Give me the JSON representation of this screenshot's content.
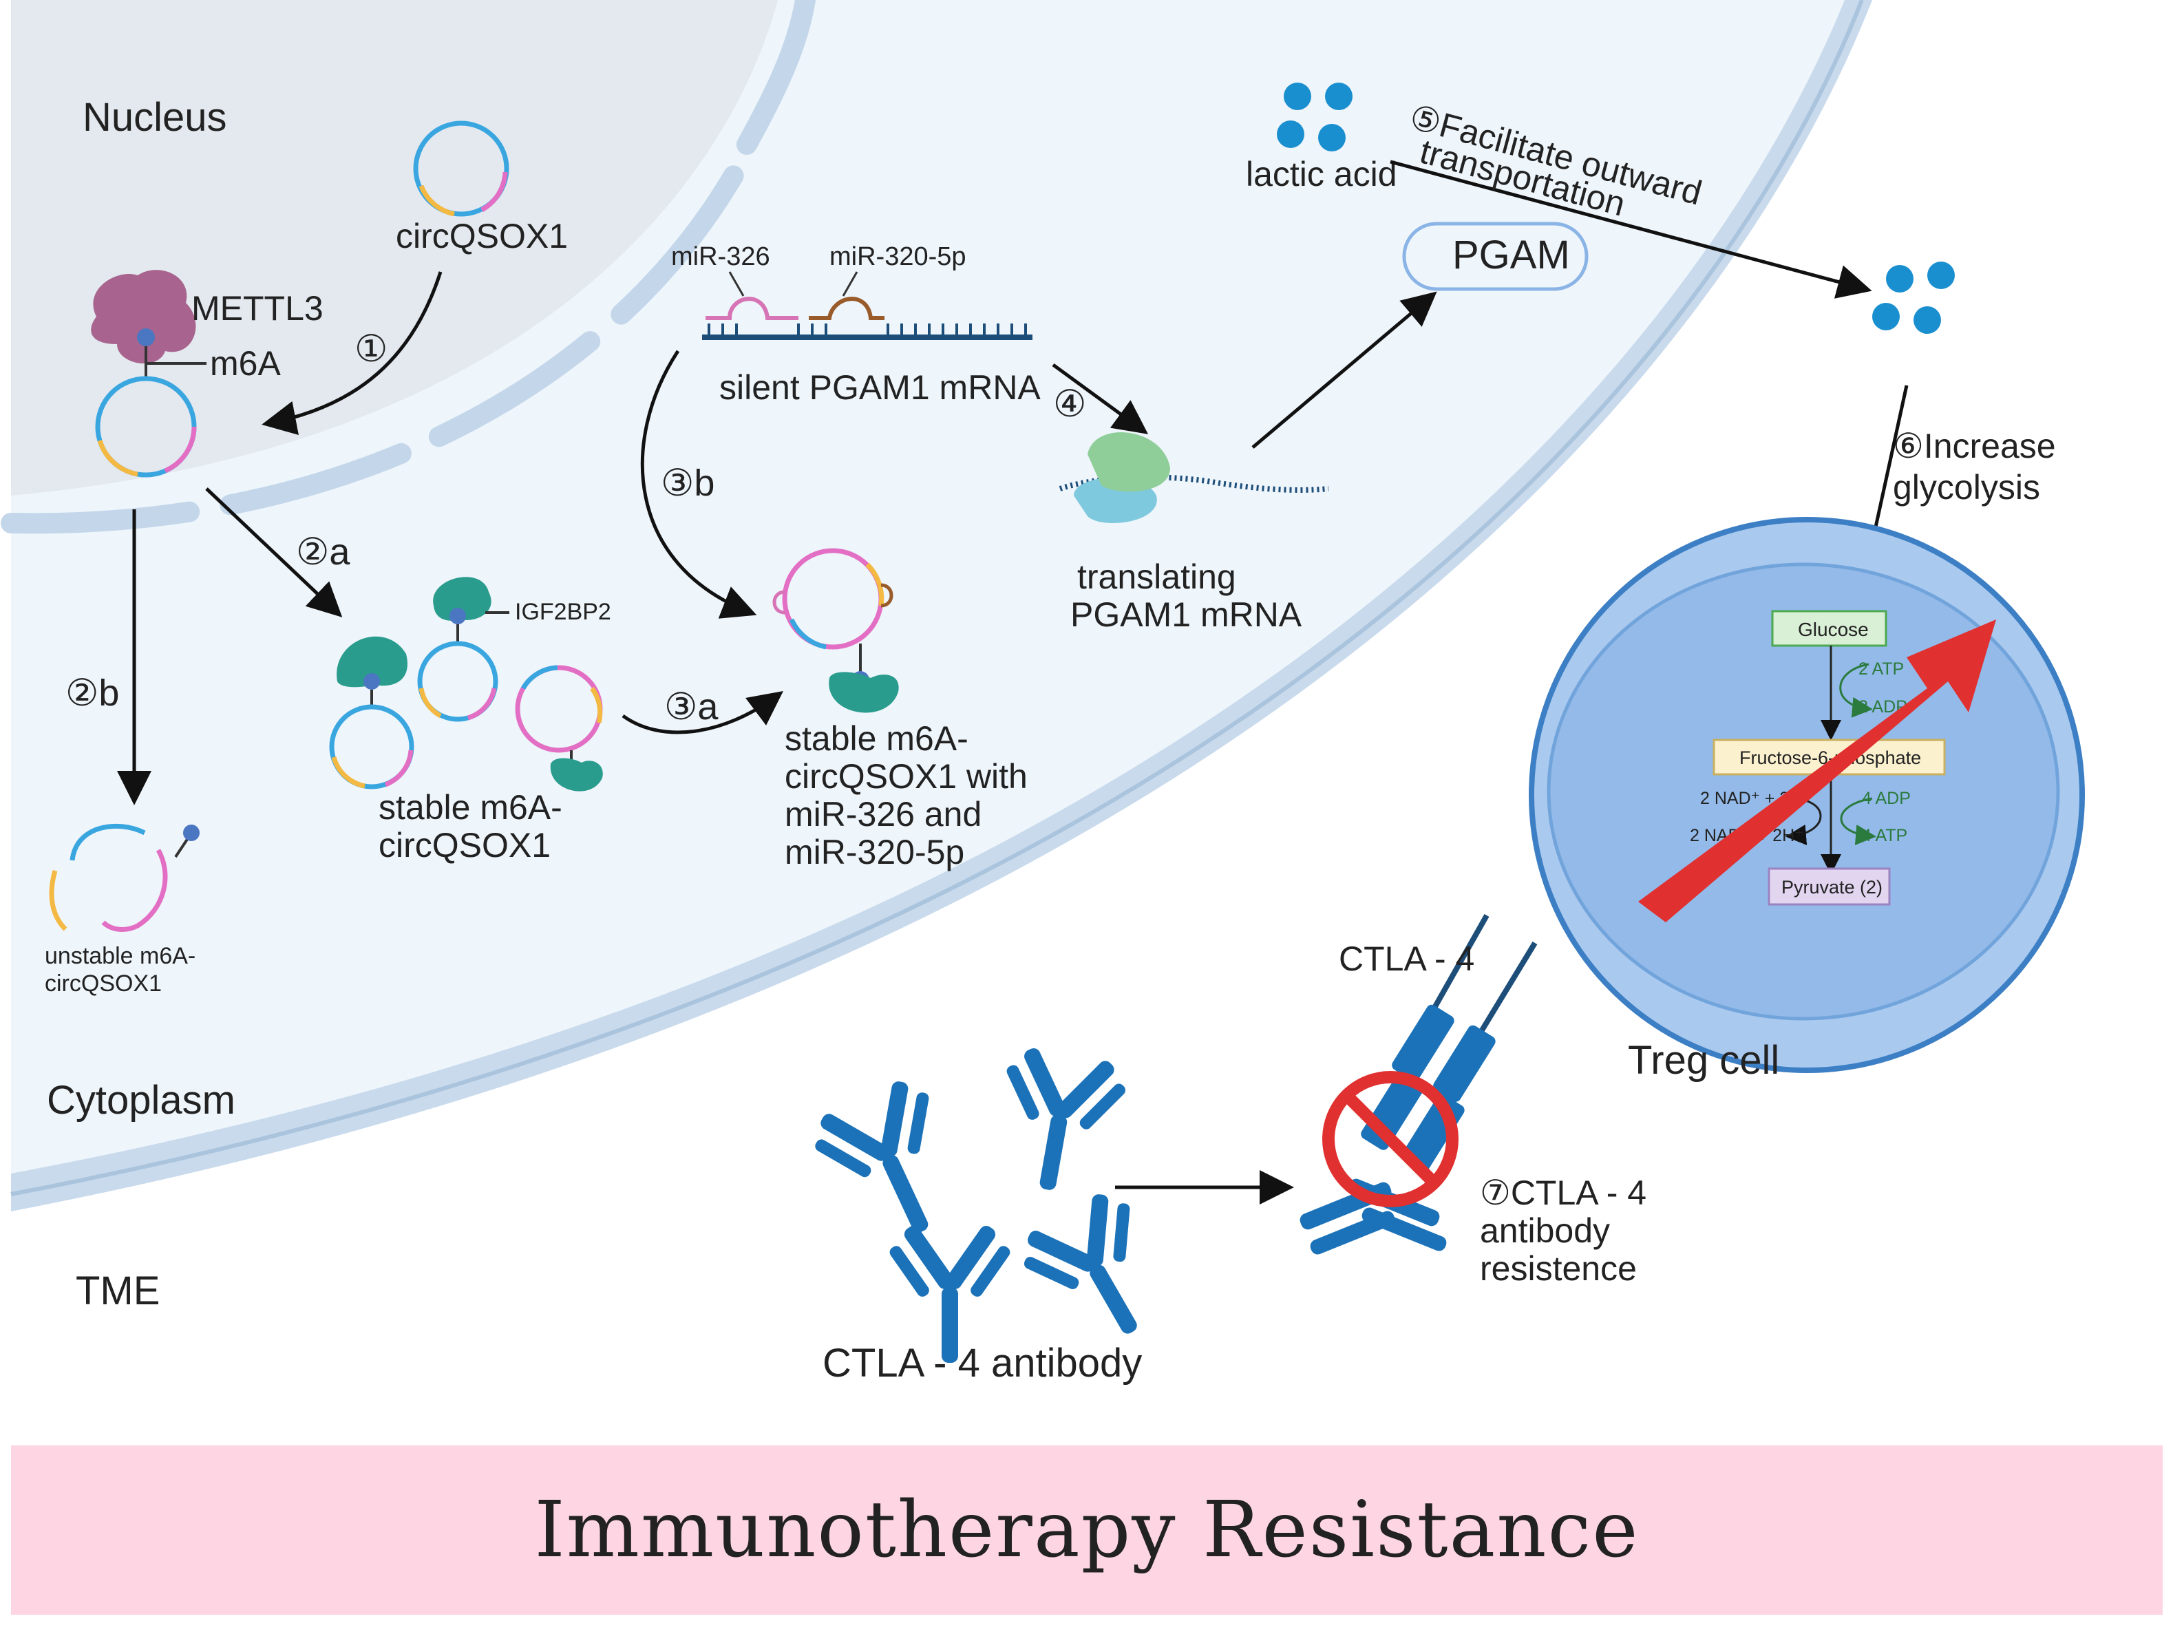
{
  "compartments": {
    "nucleus": "Nucleus",
    "cytoplasm": "Cytoplasm",
    "tme": "TME"
  },
  "molecules": {
    "circ": "circQSOX1",
    "mettl3": "METTL3",
    "m6a": "m6A",
    "igf2bp2": "IGF2BP2",
    "mir326": "miR-326",
    "mir320": "miR-320-5p",
    "silent_mrna": "silent PGAM1 mRNA",
    "translating_l1": "translating",
    "translating_l2": "PGAM1 mRNA",
    "pgam": "PGAM",
    "lactic": "lactic acid",
    "stable_l1": "stable m6A-",
    "stable_l2": "circQSOX1",
    "unstable_l1": "unstable m6A-",
    "unstable_l2": "circQSOX1",
    "complex_l1": "stable m6A-",
    "complex_l2": "circQSOX1 with",
    "complex_l3": "miR-326 and",
    "complex_l4": "miR-320-5p"
  },
  "steps": {
    "s1": "①",
    "s2a": "②a",
    "s2b": "②b",
    "s3a": "③a",
    "s3b": "③b",
    "s4": "④",
    "s5_l1": "⑤Facilitate outward",
    "s5_l2": "transportation",
    "s6_l1": "⑥Increase",
    "s6_l2": "glycolysis",
    "s7_l1": "⑦CTLA - 4",
    "s7_l2": "antibody",
    "s7_l3": "resistence"
  },
  "glycolysis": {
    "glucose": "Glucose",
    "atp2": "2 ATP",
    "adp2": "2 ADP",
    "f6p": "Fructose-6-phosphate",
    "nad": "2 NAD⁺ + 2Pᵢ",
    "nadh": "2 NADH + 2H⁺",
    "adp4": "4 ADP",
    "atp4": "4 ATP",
    "pyruvate": "Pyruvate (2)"
  },
  "treg": {
    "cell": "Treg cell",
    "ctla4": "CTLA - 4",
    "antibody": "CTLA - 4 antibody"
  },
  "banner": {
    "title": "Immunotherapy Resistance"
  },
  "colors": {
    "cytoplasm_fill": "#eef5fb",
    "nucleus_fill": "#e6ebf0",
    "membrane": "#c4d7ea",
    "treg_fill": "#a9c9ef",
    "treg_inner": "#8bb4e6",
    "antibody": "#1c72b8",
    "red_arrow": "#e03030",
    "lactic": "#1a8fd0",
    "banner": "#fdd5e3"
  }
}
